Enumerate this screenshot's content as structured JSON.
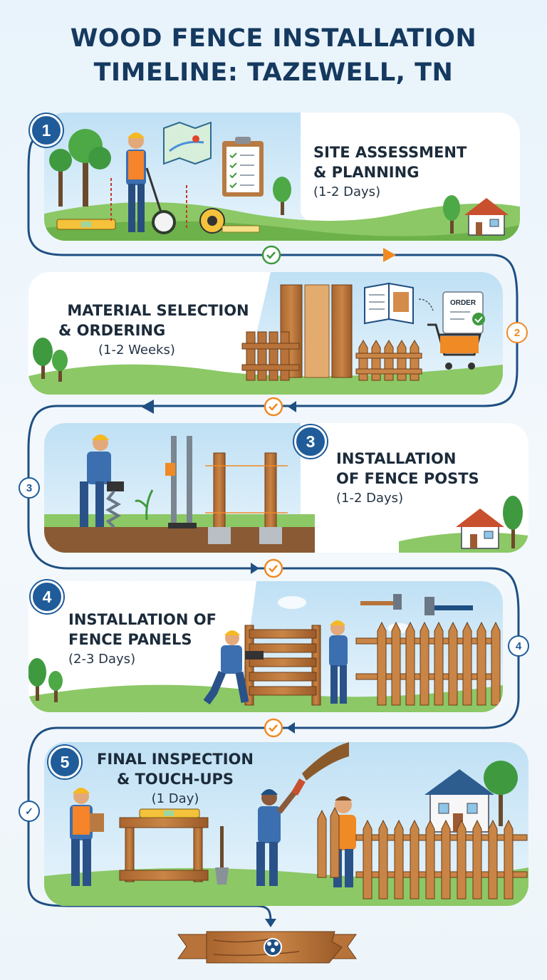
{
  "title_line1": "WOOD FENCE INSTALLATION",
  "title_line2": "TIMELINE: TAZEWELL, TN",
  "steps": [
    {
      "number": "1",
      "heading_line1": "SITE ASSESSMENT",
      "heading_line2": "& PLANNING",
      "duration": "(1-2 Days)"
    },
    {
      "number": "2",
      "heading_line1": "MATERIAL SELECTION",
      "heading_line2": "& ORDERING",
      "duration": "(1-2 Weeks)",
      "order_label": "ORDER"
    },
    {
      "number": "3",
      "heading_line1": "INSTALLATION",
      "heading_line2": "OF FENCE POSTS",
      "duration": "(1-2 Days)"
    },
    {
      "number": "4",
      "heading_line1": "INSTALLATION OF",
      "heading_line2": "FENCE PANELS",
      "duration": "(2-3 Days)"
    },
    {
      "number": "5",
      "heading_line1": "FINAL INSPECTION",
      "heading_line2": "& TOUCH-UPS",
      "duration": "(1 Day)"
    }
  ],
  "colors": {
    "navy": "#1f5c99",
    "orange": "#f08a24",
    "green": "#3f9a3f",
    "wood": "#b8733a"
  }
}
